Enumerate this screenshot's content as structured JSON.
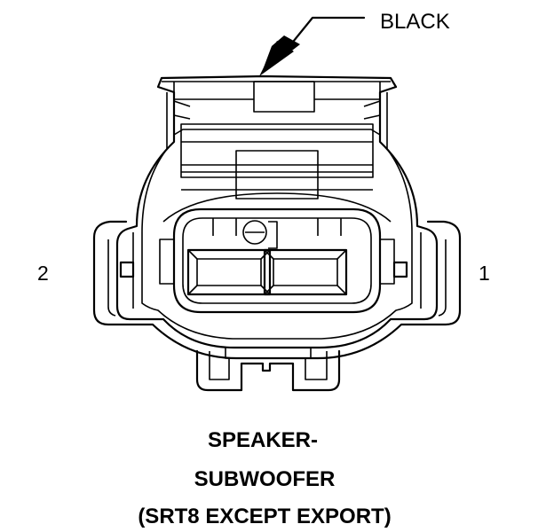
{
  "callout": {
    "label": "BLACK"
  },
  "pins": {
    "left": "2",
    "right": "1"
  },
  "caption": {
    "line1": "SPEAKER-",
    "line2": "SUBWOOFER",
    "line3": "(SRT8 EXCEPT EXPORT)"
  }
}
